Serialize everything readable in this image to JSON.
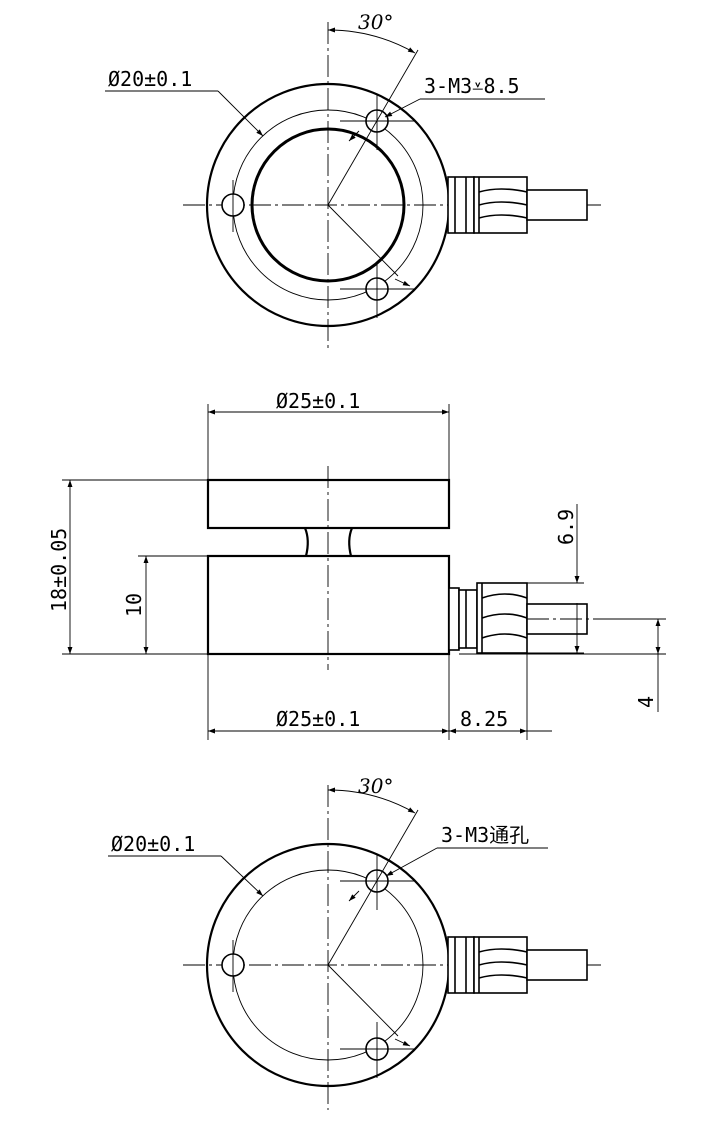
{
  "top_view": {
    "angle_label": "30°",
    "diameter_label": "Ø20±0.1",
    "hole_label": "3-M3⩡8.5"
  },
  "side_view": {
    "top_diameter_label": "Ø25±0.1",
    "bottom_diameter_label": "Ø25±0.1",
    "height_total_label": "18±0.05",
    "height_base_label": "10",
    "connector_length_label": "8.25",
    "cable_height_label": "6.9",
    "cable_offset_label": "4"
  },
  "bottom_view": {
    "angle_label": "30°",
    "diameter_label": "Ø20±0.1",
    "hole_label": "3-M3通孔"
  }
}
